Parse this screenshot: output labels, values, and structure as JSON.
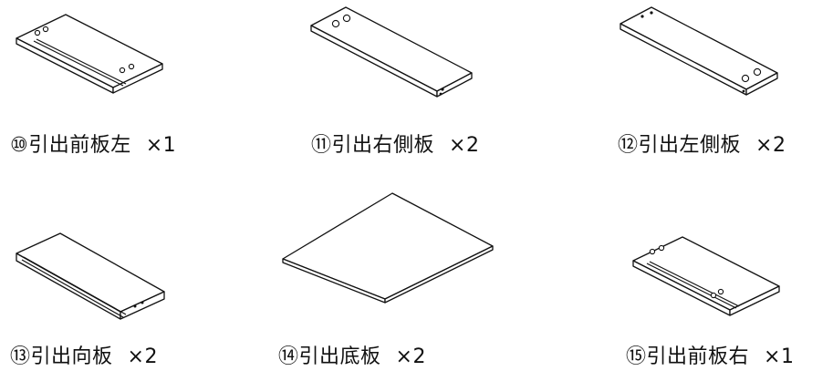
{
  "parts": [
    {
      "num": "⑩",
      "name": "引出前板左",
      "qty": "×1"
    },
    {
      "num": "⑪",
      "name": "引出右側板",
      "qty": "×2"
    },
    {
      "num": "⑫",
      "name": "引出左側板",
      "qty": "×2"
    },
    {
      "num": "⑬",
      "name": "引出向板",
      "qty": "×2"
    },
    {
      "num": "⑭",
      "name": "引出底板",
      "qty": "×2"
    },
    {
      "num": "⑮",
      "name": "引出前板右",
      "qty": "×1"
    }
  ]
}
